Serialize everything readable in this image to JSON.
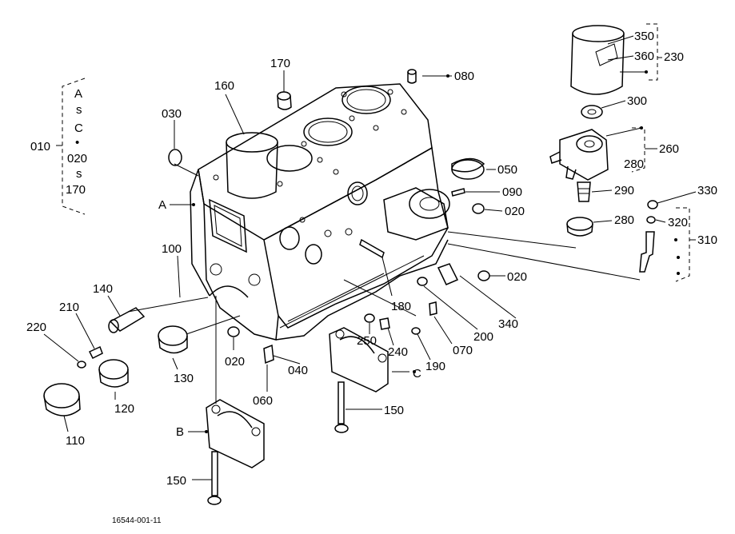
{
  "drawing_number": "16544-001-11",
  "group_bracket": {
    "label": "010",
    "items": [
      "A",
      "s",
      "C",
      "•",
      "020",
      "s",
      "170"
    ]
  },
  "callouts": [
    {
      "id": "c-160",
      "text": "160"
    },
    {
      "id": "c-170",
      "text": "170"
    },
    {
      "id": "c-080",
      "text": "080"
    },
    {
      "id": "c-030",
      "text": "030"
    },
    {
      "id": "c-A",
      "text": "A"
    },
    {
      "id": "c-350",
      "text": "350"
    },
    {
      "id": "c-360",
      "text": "360"
    },
    {
      "id": "c-230",
      "text": "230"
    },
    {
      "id": "c-300",
      "text": "300"
    },
    {
      "id": "c-260",
      "text": "260"
    },
    {
      "id": "c-280a",
      "text": "280"
    },
    {
      "id": "c-050",
      "text": "050"
    },
    {
      "id": "c-090",
      "text": "090"
    },
    {
      "id": "c-020a",
      "text": "020"
    },
    {
      "id": "c-290",
      "text": "290"
    },
    {
      "id": "c-330",
      "text": "330"
    },
    {
      "id": "c-320",
      "text": "320"
    },
    {
      "id": "c-280b",
      "text": "280"
    },
    {
      "id": "c-310",
      "text": "310"
    },
    {
      "id": "c-100",
      "text": "100"
    },
    {
      "id": "c-140",
      "text": "140"
    },
    {
      "id": "c-210",
      "text": "210"
    },
    {
      "id": "c-220",
      "text": "220"
    },
    {
      "id": "c-020b",
      "text": "020"
    },
    {
      "id": "c-180",
      "text": "180"
    },
    {
      "id": "c-340",
      "text": "340"
    },
    {
      "id": "c-200",
      "text": "200"
    },
    {
      "id": "c-070",
      "text": "070"
    },
    {
      "id": "c-250",
      "text": "250"
    },
    {
      "id": "c-240",
      "text": "240"
    },
    {
      "id": "c-190",
      "text": "190"
    },
    {
      "id": "c-C",
      "text": "C"
    },
    {
      "id": "c-020c",
      "text": "020"
    },
    {
      "id": "c-040",
      "text": "040"
    },
    {
      "id": "c-060",
      "text": "060"
    },
    {
      "id": "c-130",
      "text": "130"
    },
    {
      "id": "c-120",
      "text": "120"
    },
    {
      "id": "c-110",
      "text": "110"
    },
    {
      "id": "c-150a",
      "text": "150"
    },
    {
      "id": "c-B",
      "text": "B"
    },
    {
      "id": "c-150b",
      "text": "150"
    }
  ]
}
